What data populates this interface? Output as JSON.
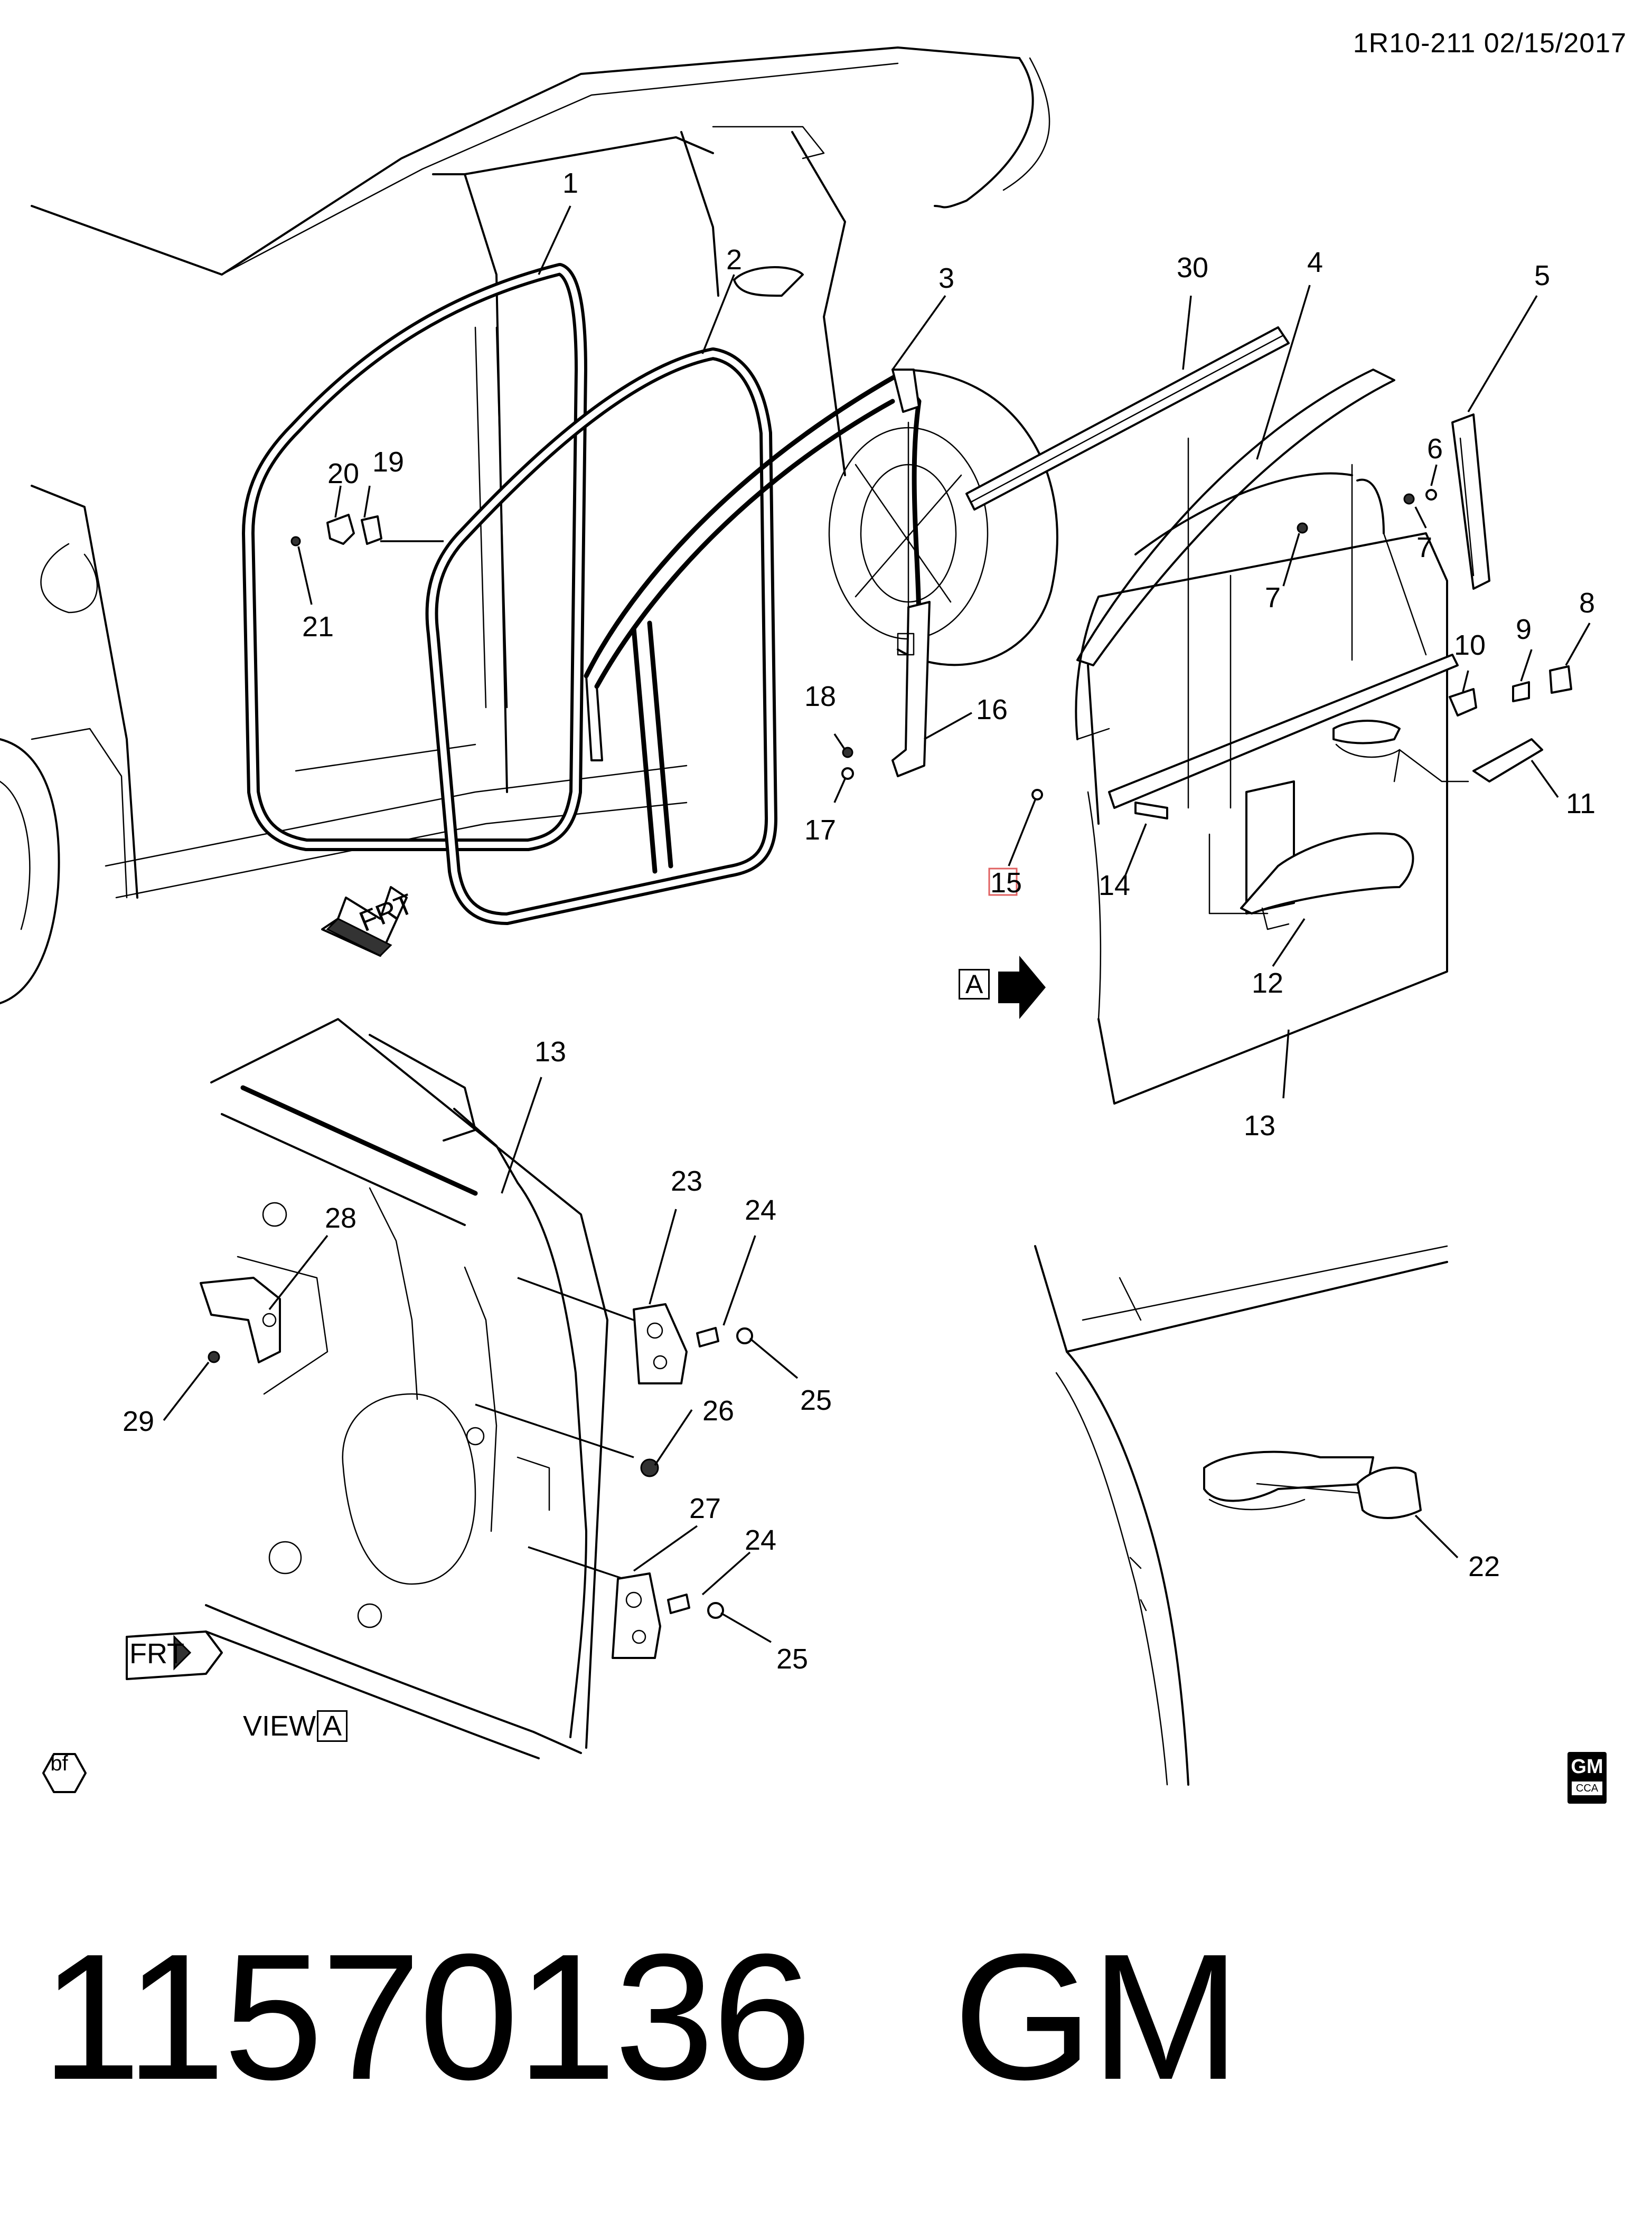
{
  "header": {
    "drawing_id": "1R10-211  02/15/2017"
  },
  "callouts": [
    {
      "id": "c1",
      "label": "1"
    },
    {
      "id": "c2",
      "label": "2"
    },
    {
      "id": "c3",
      "label": "3"
    },
    {
      "id": "c30",
      "label": "30"
    },
    {
      "id": "c4",
      "label": "4"
    },
    {
      "id": "c5",
      "label": "5"
    },
    {
      "id": "c6",
      "label": "6"
    },
    {
      "id": "c7a",
      "label": "7"
    },
    {
      "id": "c7b",
      "label": "7"
    },
    {
      "id": "c8",
      "label": "8"
    },
    {
      "id": "c9",
      "label": "9"
    },
    {
      "id": "c10",
      "label": "10"
    },
    {
      "id": "c11",
      "label": "11"
    },
    {
      "id": "c12",
      "label": "12"
    },
    {
      "id": "c13a",
      "label": "13"
    },
    {
      "id": "c14",
      "label": "14"
    },
    {
      "id": "c15",
      "label": "15"
    },
    {
      "id": "c16",
      "label": "16"
    },
    {
      "id": "c17",
      "label": "17"
    },
    {
      "id": "c18",
      "label": "18"
    },
    {
      "id": "c19",
      "label": "19"
    },
    {
      "id": "c20",
      "label": "20"
    },
    {
      "id": "c21",
      "label": "21"
    },
    {
      "id": "c13b",
      "label": "13"
    },
    {
      "id": "c23",
      "label": "23"
    },
    {
      "id": "c24a",
      "label": "24"
    },
    {
      "id": "c25a",
      "label": "25"
    },
    {
      "id": "c26",
      "label": "26"
    },
    {
      "id": "c27",
      "label": "27"
    },
    {
      "id": "c24b",
      "label": "24"
    },
    {
      "id": "c25b",
      "label": "25"
    },
    {
      "id": "c28",
      "label": "28"
    },
    {
      "id": "c29",
      "label": "29"
    },
    {
      "id": "c22",
      "label": "22"
    }
  ],
  "direction_arrows": {
    "frt_top": "FRT",
    "frt_bottom": "FRT"
  },
  "view_label": {
    "text": "VIEW",
    "ref": "A"
  },
  "figure_ref": {
    "letter": "A"
  },
  "badges": {
    "left": "bf",
    "right_top": "GM",
    "right_bottom": "CCA"
  },
  "footer": {
    "part_number": "11570136",
    "brand": "GM",
    "line": "11570136   GM"
  }
}
